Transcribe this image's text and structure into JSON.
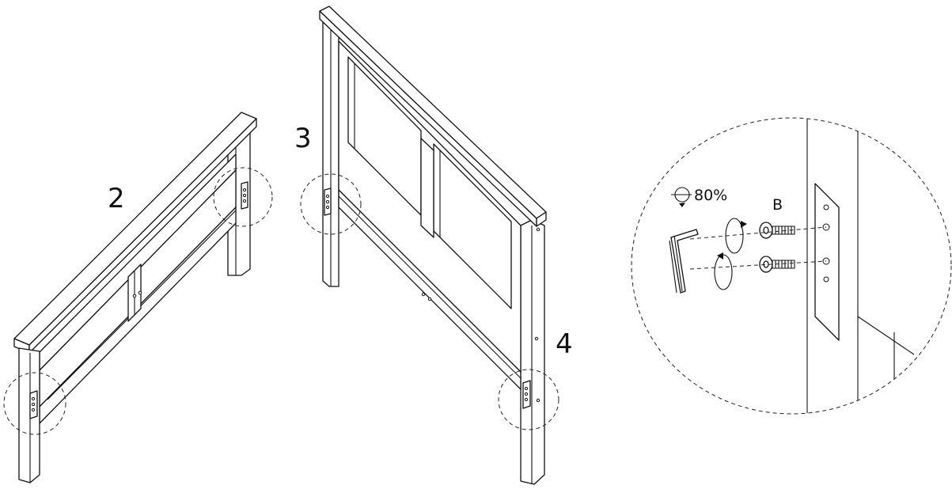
{
  "labels": {
    "part_2": "2",
    "part_3": "3",
    "part_4": "4",
    "screw": "B",
    "torque": "80%"
  },
  "icons": [
    "rotate-icon",
    "allen-key-icon",
    "screw-icon",
    "circular-arrow-icon",
    "bracket-icon"
  ]
}
